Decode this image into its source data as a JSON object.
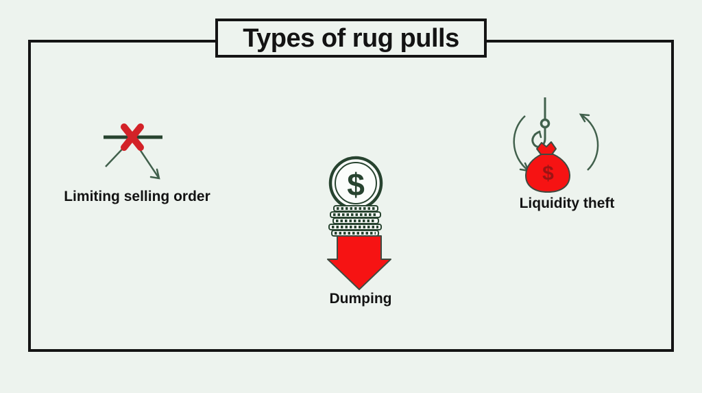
{
  "title": "Types of rug pulls",
  "items": [
    {
      "label": "Limiting selling order",
      "icon": "blocked-sell-trend-icon"
    },
    {
      "label": "Dumping",
      "icon": "coin-stack-down-arrow-icon"
    },
    {
      "label": "Liquidity theft",
      "icon": "hooked-money-bag-icon"
    }
  ],
  "theme": {
    "page-bg": "#edf3ee",
    "frame-border": "#141414",
    "text-color": "#131313",
    "green-dark": "#27432f",
    "green-mid": "#41604c",
    "red-bright": "#f61313",
    "red-x": "#d32228",
    "coin-fill": "#fbfdfb",
    "dollar-dark": "#9c1414",
    "outline-dark": "#3f4a40"
  }
}
